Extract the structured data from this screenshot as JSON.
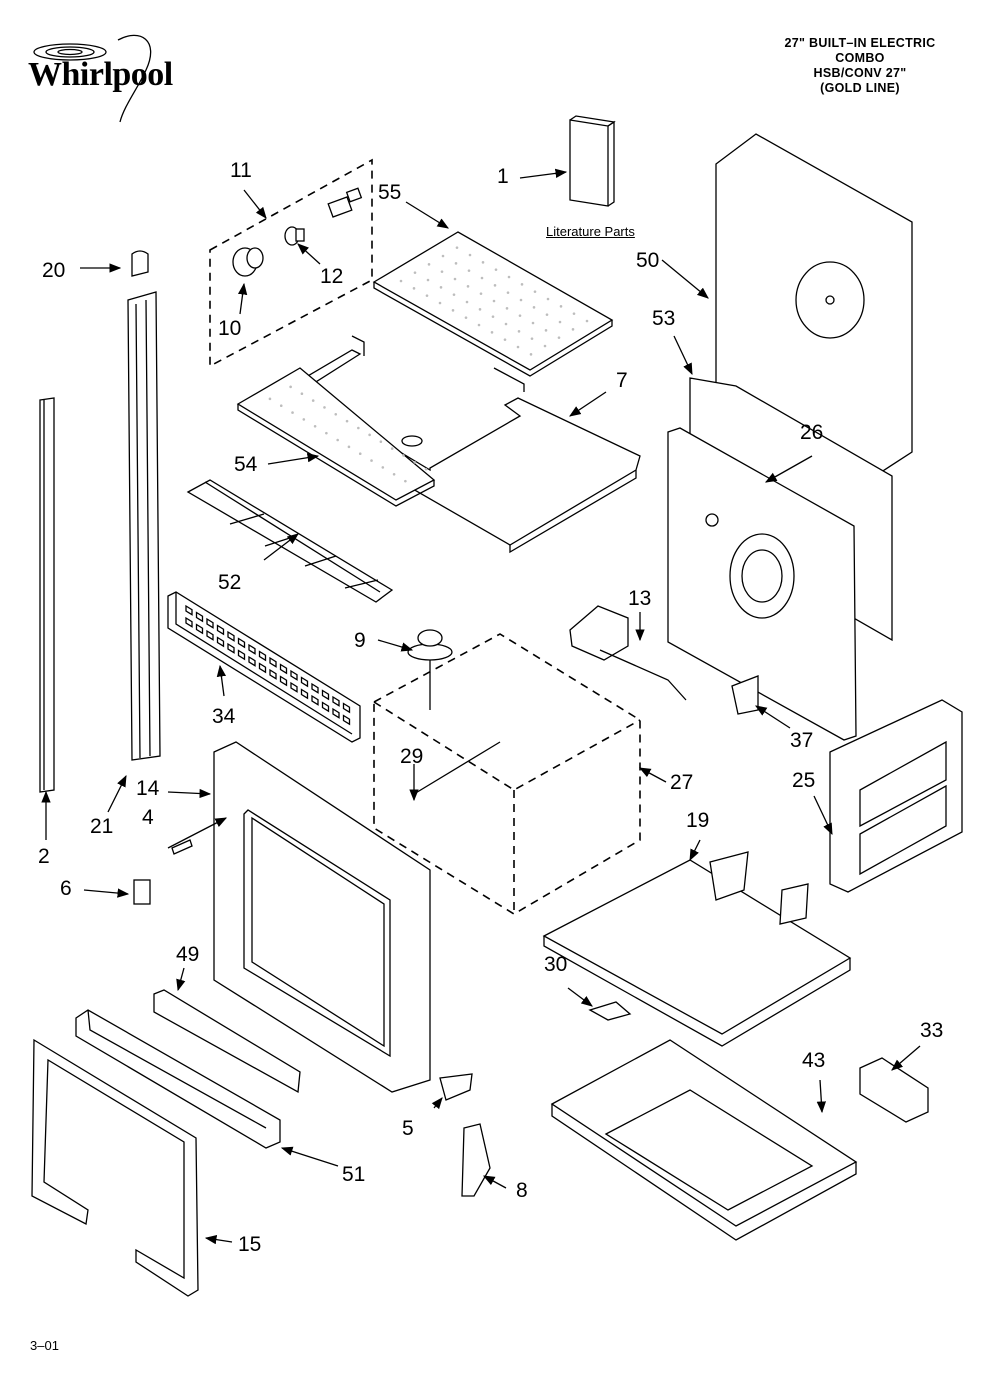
{
  "brand": {
    "logo_text": "Whirlpool"
  },
  "title": {
    "line1": "27\" BUILT–IN ELECTRIC",
    "line2": "COMBO",
    "line3": "HSB/CONV 27\"",
    "line4": "(GOLD LINE)"
  },
  "literature_label": "Literature Parts",
  "footer": "3–01",
  "callouts": {
    "c1": "1",
    "c2": "2",
    "c4": "4",
    "c5": "5",
    "c6": "6",
    "c7": "7",
    "c8": "8",
    "c9": "9",
    "c10": "10",
    "c11": "11",
    "c12": "12",
    "c13": "13",
    "c14": "14",
    "c15": "15",
    "c19": "19",
    "c20": "20",
    "c21": "21",
    "c25": "25",
    "c26": "26",
    "c27": "27",
    "c29": "29",
    "c30": "30",
    "c33": "33",
    "c34": "34",
    "c37": "37",
    "c43": "43",
    "c49": "49",
    "c50": "50",
    "c51": "51",
    "c52": "52",
    "c53": "53",
    "c54": "54",
    "c55": "55"
  }
}
